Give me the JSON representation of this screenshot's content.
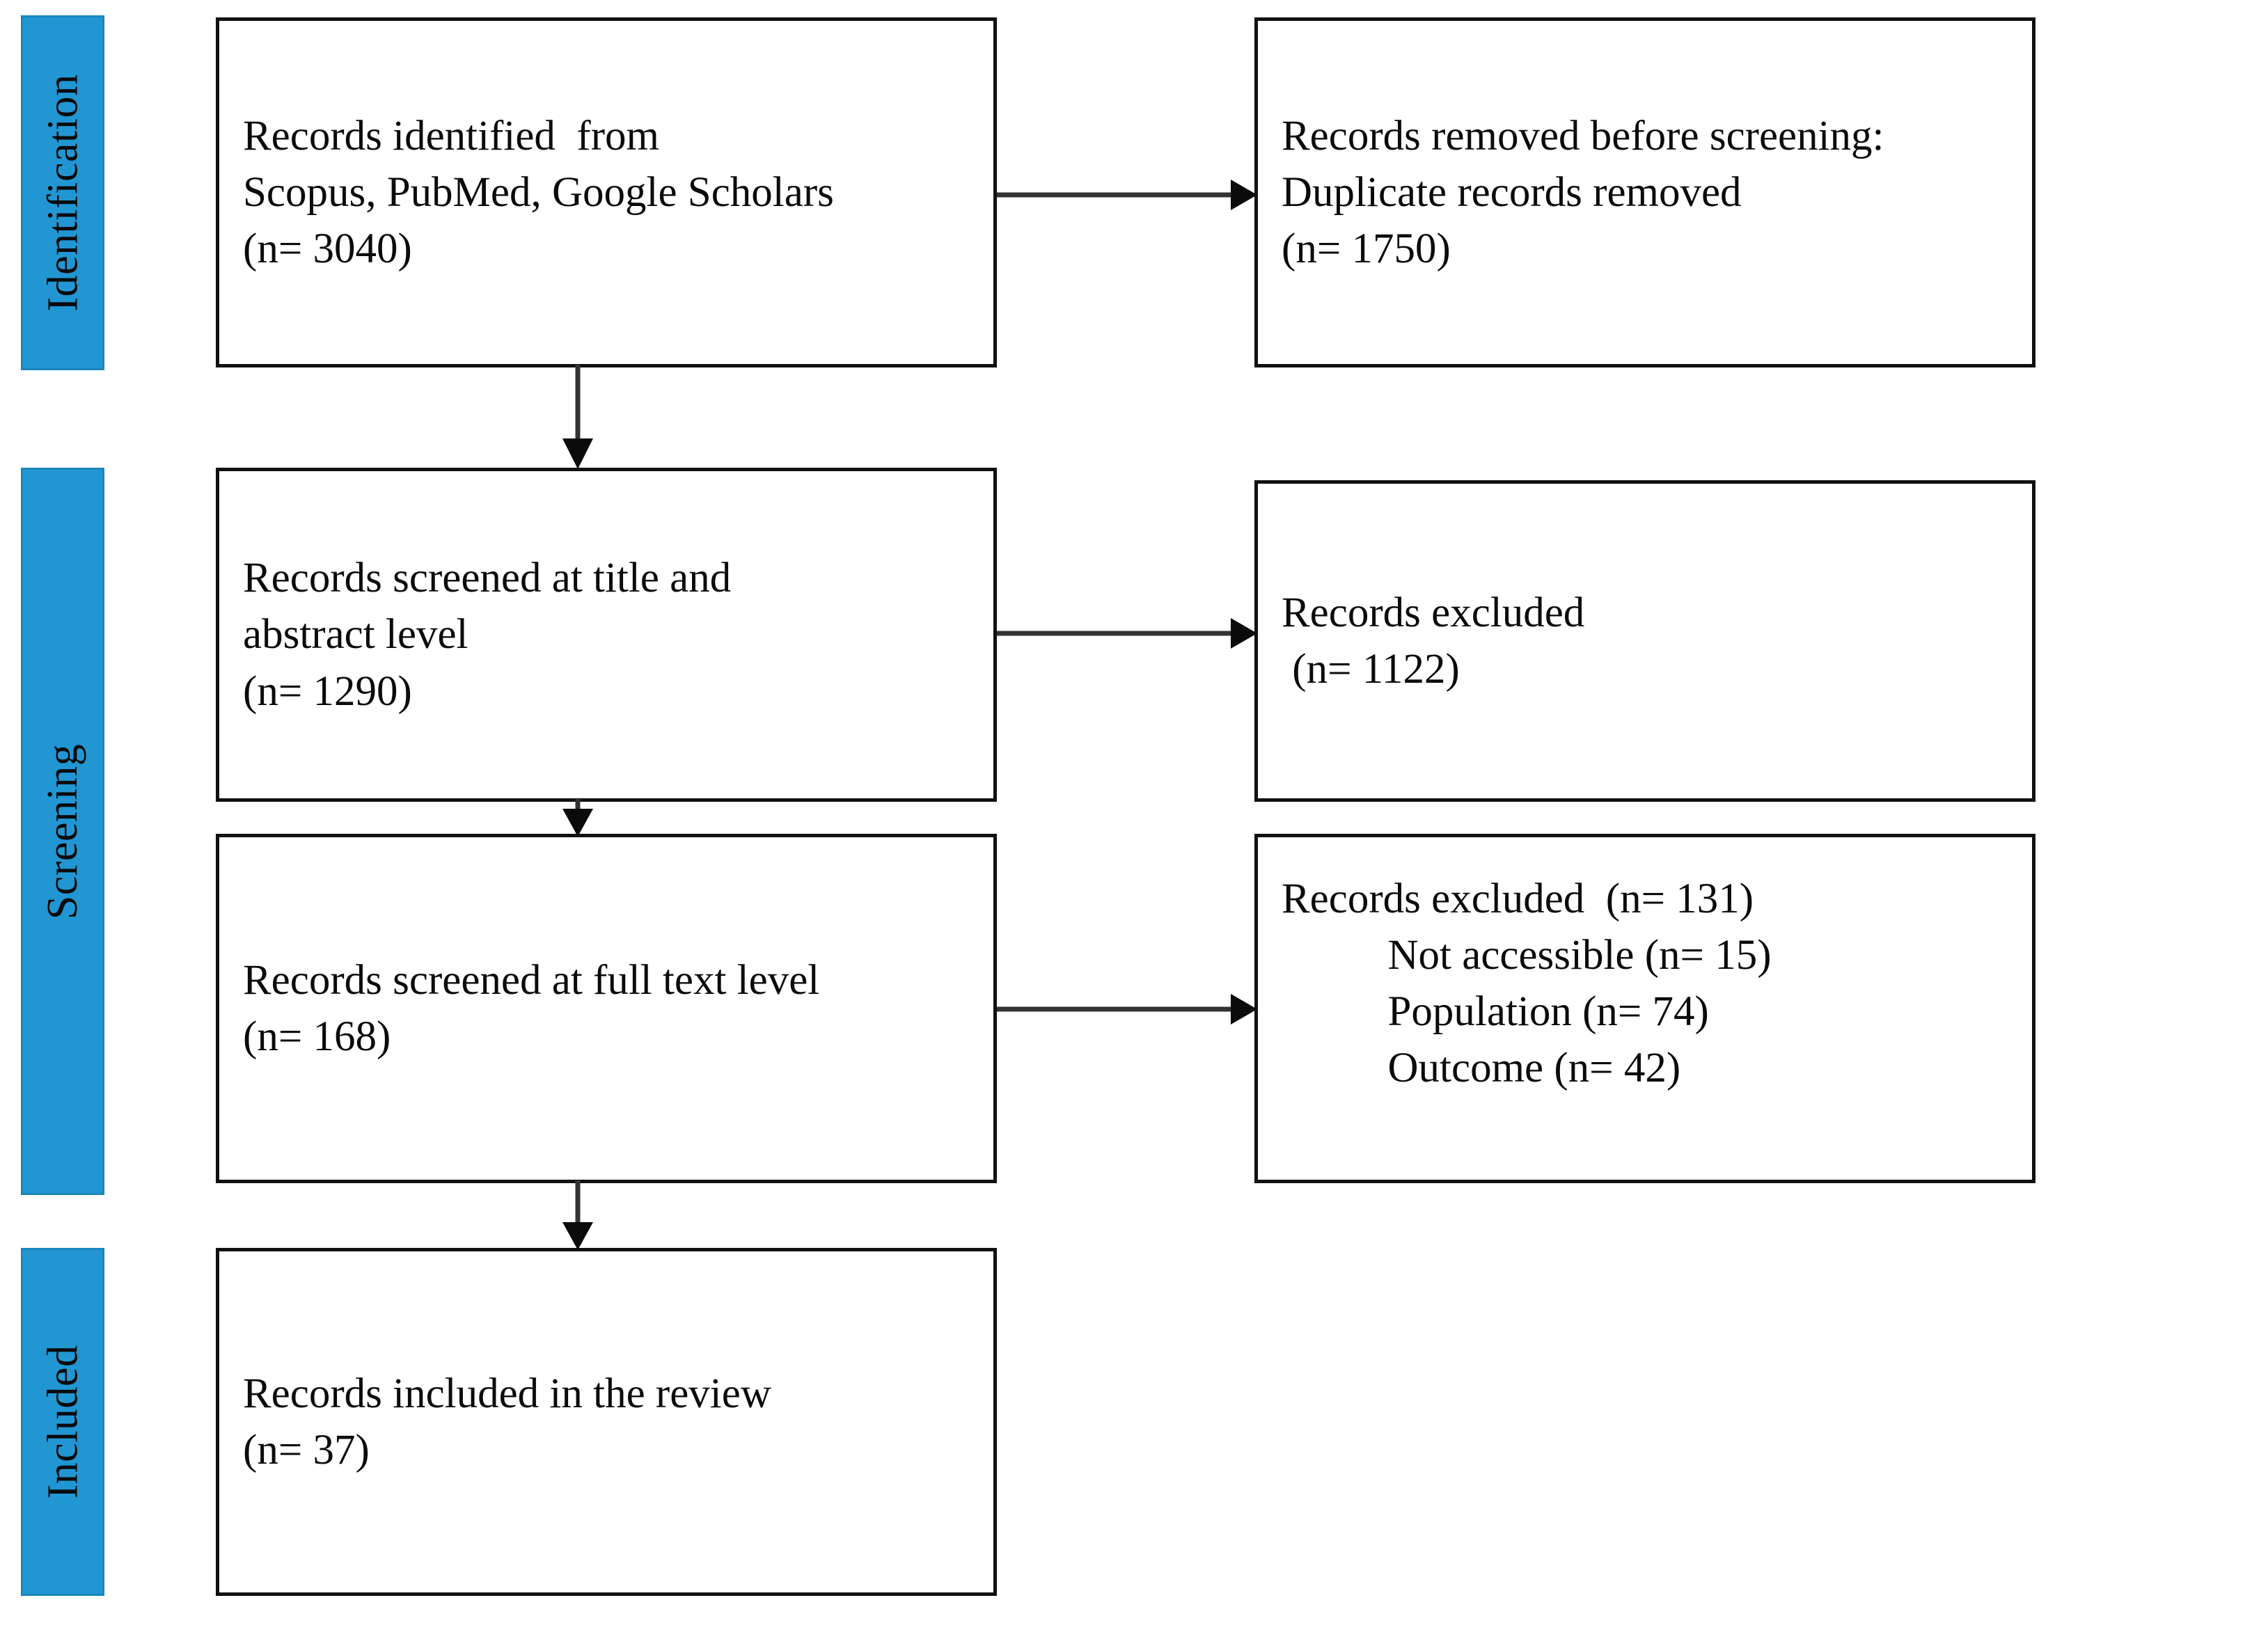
{
  "diagram": {
    "title": "PRISMA flow diagram",
    "accent_color": "#2196d3",
    "box_border_color": "#111111",
    "background": "#ffffff"
  },
  "stages": [
    {
      "id": "identification",
      "label": "Identification"
    },
    {
      "id": "screening",
      "label": "Screening"
    },
    {
      "id": "included",
      "label": "Included"
    }
  ],
  "boxes": {
    "identified": {
      "text": "Records identified  from\nScopus, PubMed, Google Scholars\n(n= 3040)",
      "count_label": "(n= 3040)",
      "count": 3040
    },
    "removed_before_screening": {
      "text": "Records removed before screening:\nDuplicate records removed\n(n= 1750)",
      "count_label": "(n= 1750)",
      "count": 1750
    },
    "screened_title_abstract": {
      "text": "Records screened at title and\nabstract level\n(n= 1290)",
      "count_label": "(n= 1290)",
      "count": 1290
    },
    "excluded_title_abstract": {
      "text": "Records excluded\n (n= 1122)",
      "count_label": "(n= 1122)",
      "count": 1122
    },
    "screened_full_text": {
      "text": "Records screened at full text level\n(n= 168)",
      "count_label": "(n= 168)",
      "count": 168
    },
    "excluded_full_text": {
      "text": "Records excluded  (n= 131)\n          Not accessible (n= 15)\n          Population (n= 74)\n          Outcome (n= 42)",
      "count_label": "(n= 131)",
      "count": 131,
      "reasons": [
        {
          "label": "Not accessible",
          "count_label": "(n= 15)",
          "count": 15
        },
        {
          "label": "Population",
          "count_label": "(n= 74)",
          "count": 74
        },
        {
          "label": "Outcome",
          "count_label": "(n= 42)",
          "count": 42
        }
      ]
    },
    "included_review": {
      "text": "Records included in the review\n(n= 37)",
      "count_label": "(n= 37)",
      "count": 37
    }
  },
  "connectors": [
    {
      "id": "identified-to-removed",
      "direction": "right"
    },
    {
      "id": "identified-to-screened-title",
      "direction": "down"
    },
    {
      "id": "screened-title-to-excluded",
      "direction": "right"
    },
    {
      "id": "screened-title-to-screened-full",
      "direction": "down"
    },
    {
      "id": "screened-full-to-excluded",
      "direction": "right"
    },
    {
      "id": "screened-full-to-included",
      "direction": "down"
    }
  ]
}
